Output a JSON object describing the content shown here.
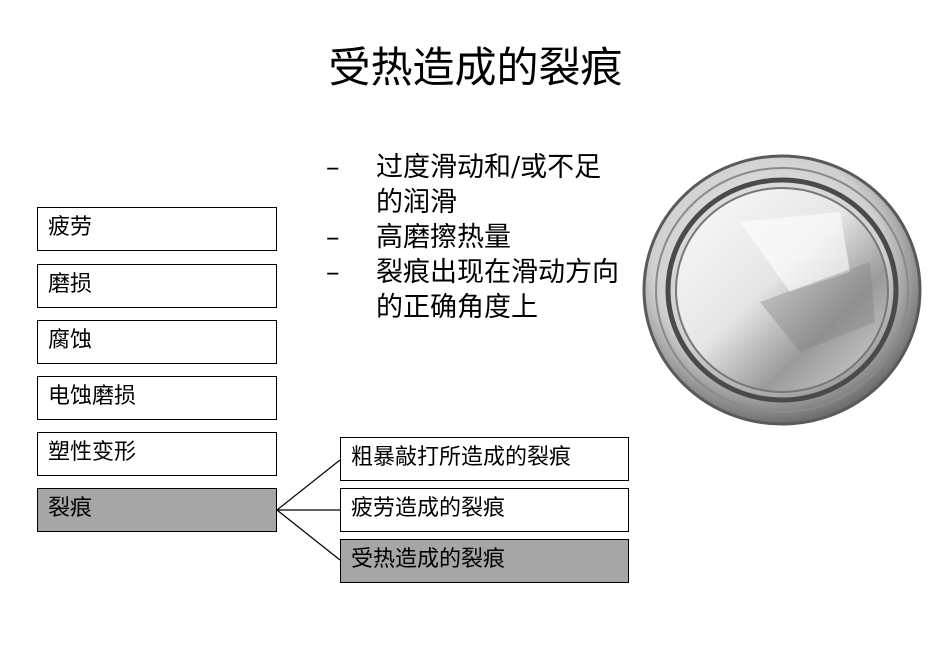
{
  "slide": {
    "title": "受热造成的裂痕",
    "bullets": [
      {
        "dash": "–",
        "text": "过度滑动和/或不足的润滑"
      },
      {
        "dash": "–",
        "text": "高磨擦热量"
      },
      {
        "dash": "–",
        "text": "裂痕出现在滑动方向的正确角度上"
      }
    ],
    "categories": [
      "疲劳",
      "磨损",
      "腐蚀",
      "电蚀磨损",
      "塑性变形",
      "裂痕"
    ],
    "active_category_index": 5,
    "subcategories": [
      "粗暴敲打所造成的裂痕",
      "疲劳造成的裂痕",
      "受热造成的裂痕"
    ],
    "active_subcategory_index": 2,
    "photo": {
      "icon": "bearing-ring-photo"
    },
    "colors": {
      "highlight": "#a6a6a6",
      "border": "#000000"
    }
  }
}
